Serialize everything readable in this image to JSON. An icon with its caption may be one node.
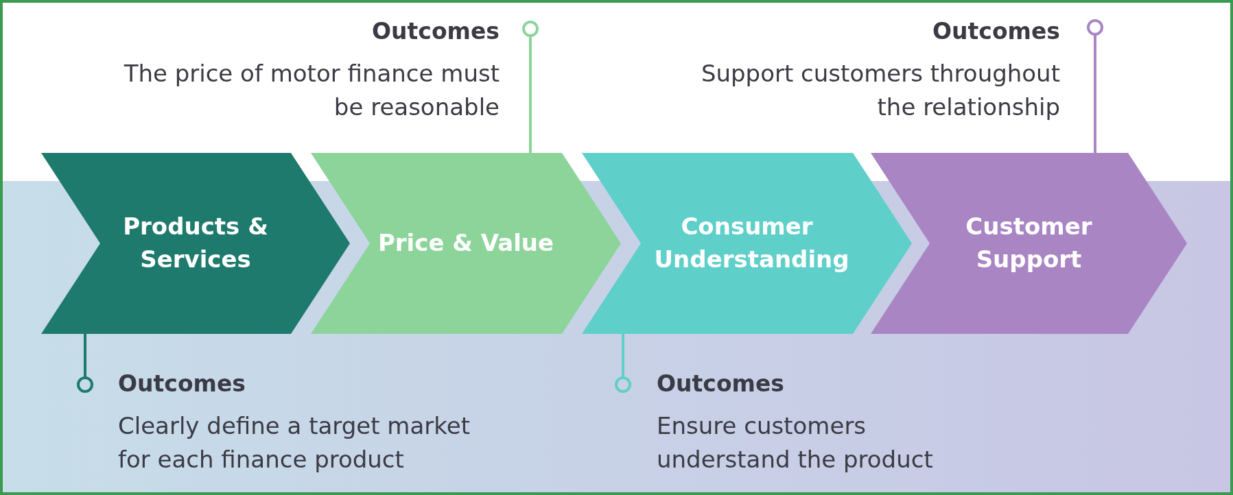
{
  "diagram": {
    "nodes": [
      {
        "text": [
          "Products & Services"
        ]
      },
      {
        "text": [
          "Price & Value"
        ]
      },
      {
        "text": [
          "Consumer Understanding"
        ]
      },
      {
        "text": [
          "Customer Support"
        ]
      },
      {
        "text": [
          "Outcomes",
          "The price of motor finance must be reasonable"
        ]
      },
      {
        "text": [
          "Outcomes",
          "Support customers throughout the relationship"
        ]
      },
      {
        "text": [
          "Outcomes",
          "Clearly define a target market for each finance product"
        ]
      },
      {
        "text": [
          "Outcomes",
          "Ensure customers understand the product"
        ]
      }
    ],
    "edges": [
      {
        "from": 4,
        "to": 1,
        "arrow": "other",
        "color": "#8dd49b"
      },
      {
        "from": 5,
        "to": 3,
        "arrow": "other",
        "color": "#a985c4"
      },
      {
        "from": 6,
        "to": 0,
        "arrow": "other",
        "color": "#1e7a6c"
      },
      {
        "from": 7,
        "to": 2,
        "arrow": "other",
        "color": "#5fcfc9"
      }
    ]
  }
}
